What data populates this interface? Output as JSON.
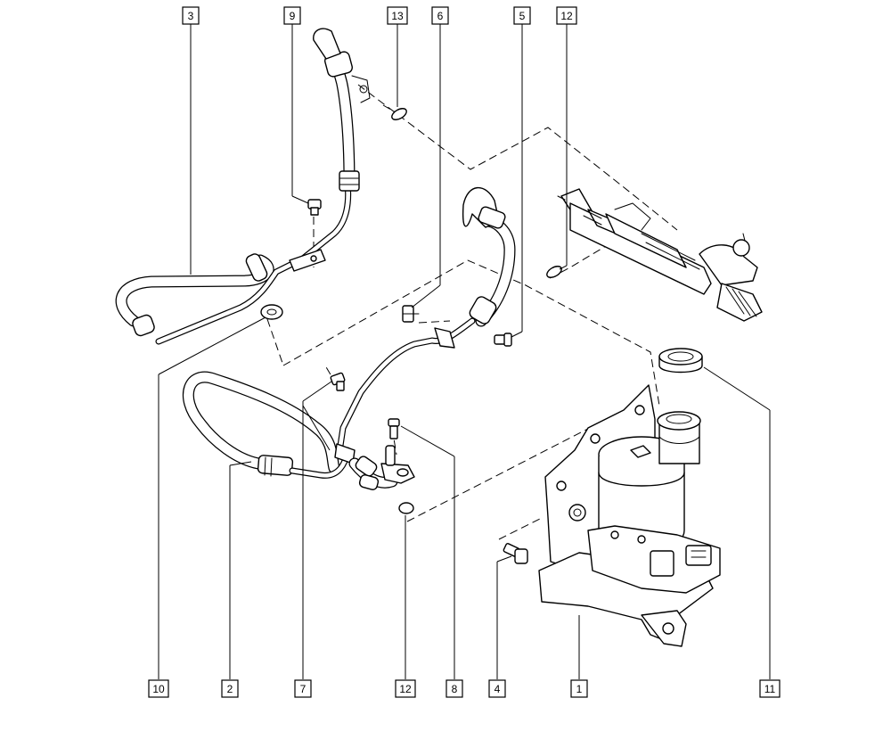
{
  "labels": {
    "top": [
      {
        "id": "3",
        "text": "3"
      },
      {
        "id": "9",
        "text": "9"
      },
      {
        "id": "13",
        "text": "13"
      },
      {
        "id": "6",
        "text": "6"
      },
      {
        "id": "5",
        "text": "5"
      },
      {
        "id": "12a",
        "text": "12"
      }
    ],
    "bottom": [
      {
        "id": "10",
        "text": "10"
      },
      {
        "id": "2",
        "text": "2"
      },
      {
        "id": "7",
        "text": "7"
      },
      {
        "id": "12b",
        "text": "12"
      },
      {
        "id": "8",
        "text": "8"
      },
      {
        "id": "4",
        "text": "4"
      },
      {
        "id": "1",
        "text": "1"
      },
      {
        "id": "11",
        "text": "11"
      }
    ]
  }
}
